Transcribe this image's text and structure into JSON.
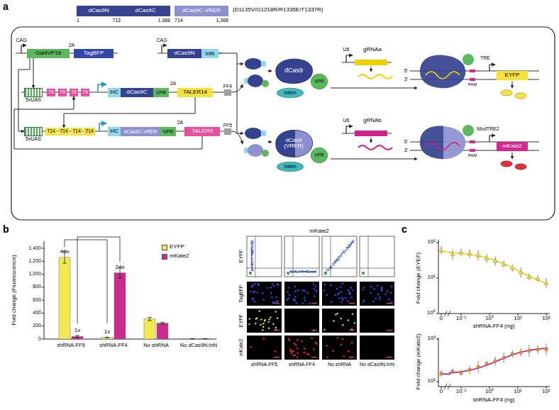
{
  "diagram": {
    "nodes": [
      {
        "text": [
          "dCas9N"
        ]
      },
      {
        "text": [
          "dCas9C"
        ]
      },
      {
        "text": [
          "dCas9C-VRER"
        ]
      },
      {
        "text": [
          "Gal4VP16"
        ]
      },
      {
        "text": [
          "TagBFP"
        ]
      },
      {
        "text": [
          "dCas9N"
        ]
      },
      {
        "text": [
          "IntN"
        ]
      },
      {
        "text": [
          "5xUAS"
        ]
      },
      {
        "text": [
          "T9"
        ]
      },
      {
        "text": [
          "T9"
        ]
      },
      {
        "text": [
          "T9"
        ]
      },
      {
        "text": [
          "T9"
        ]
      },
      {
        "text": [
          "IntC"
        ]
      },
      {
        "text": [
          "dCas9C"
        ]
      },
      {
        "text": [
          "VPR"
        ]
      },
      {
        "text": [
          "TALER14"
        ]
      },
      {
        "text": [
          "FF4"
        ]
      },
      {
        "text": [
          "5xUAS"
        ]
      },
      {
        "text": [
          "T14"
        ]
      },
      {
        "text": [
          "T14"
        ]
      },
      {
        "text": [
          "T14"
        ]
      },
      {
        "text": [
          "T14"
        ]
      },
      {
        "text": [
          "IntC"
        ]
      },
      {
        "text": [
          "dCas9C-VRER"
        ]
      },
      {
        "text": [
          "VPR"
        ]
      },
      {
        "text": [
          "TALER9"
        ]
      },
      {
        "text": [
          "FF5"
        ]
      },
      {
        "text": [
          "dCas9"
        ]
      },
      {
        "text": [
          "VPR"
        ]
      },
      {
        "text": [
          "Intein"
        ]
      },
      {
        "text": [
          "EYFP"
        ]
      },
      {
        "text": [
          "dCas9",
          "(VRER)"
        ]
      },
      {
        "text": [
          "VPR"
        ]
      },
      {
        "text": [
          "Intein"
        ]
      },
      {
        "text": [
          "mKate2"
        ]
      }
    ],
    "edges": [
      {
        "from": 3,
        "to": 7,
        "arrow": "to"
      },
      {
        "from": 3,
        "to": 17,
        "arrow": "to"
      },
      {
        "from": 15,
        "to": 19,
        "arrow": "to"
      },
      {
        "from": 25,
        "to": 10,
        "arrow": "to"
      }
    ],
    "labels": [
      "a",
      "(D1135V/G1218R/R1335E/T1337R)",
      "1",
      "713",
      "1,368",
      "714",
      "1,368",
      "CAG",
      "2A",
      "CAG",
      "2A",
      "2A",
      "U6",
      "gRNAa",
      "5'",
      "3'",
      "PAM",
      "TRE",
      "U6",
      "gRNAb",
      "5'",
      "3'",
      "PAM",
      "ModTRE2",
      "b",
      "Fold change (Fluorescence)",
      "0",
      "200",
      "400",
      "600",
      "800",
      "1,000",
      "1,200",
      "1,400",
      "40x",
      "1x",
      "1x",
      "24x",
      "shRNA-FF5",
      "shRNA-FF4",
      "No shRNA",
      "No dCas9N:InN",
      "mKate2",
      "EYFP",
      "TagBFP",
      "EYFP",
      "mKate2",
      "shRNA-FF5",
      "shRNA-FF4",
      "No shRNA",
      "No dCas9N:InN",
      "c",
      "Fold change (EYEF)",
      "10²",
      "10¹",
      "10⁰",
      "0",
      "10⁻¹",
      "10⁰",
      "10¹",
      "10²",
      "shRNA-FF4 (ng)",
      "Fold change (mKate2)",
      "10³",
      "10²",
      "0",
      "10⁻¹",
      "10⁰",
      "10¹",
      "10²",
      "shRNA-FF4 (ng)"
    ],
    "legend": [
      {
        "text": "EYFP",
        "color": "#f2e94e"
      },
      {
        "text": "mKate2",
        "color": "#cc2a8e"
      }
    ]
  }
}
